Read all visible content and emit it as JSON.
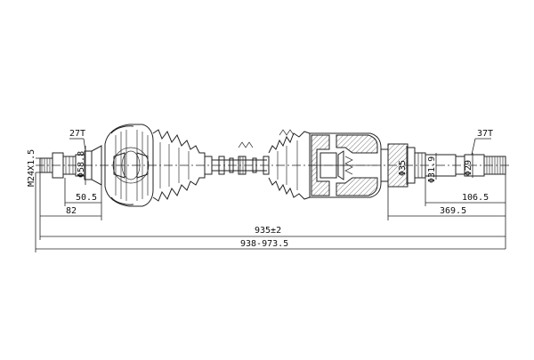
{
  "labels": {
    "left_teeth": "27T",
    "right_teeth": "37T",
    "thread": "M24X1.5",
    "dia_left_joint": "Φ58.8",
    "dia_35": "Φ35",
    "dia_31_9": "Φ31.9",
    "dia_29": "Φ29",
    "len_50_5": "50.5",
    "len_82": "82",
    "len_106_5": "106.5",
    "len_369_5": "369.5",
    "len_935": "935±2",
    "len_range": "938-973.5"
  }
}
